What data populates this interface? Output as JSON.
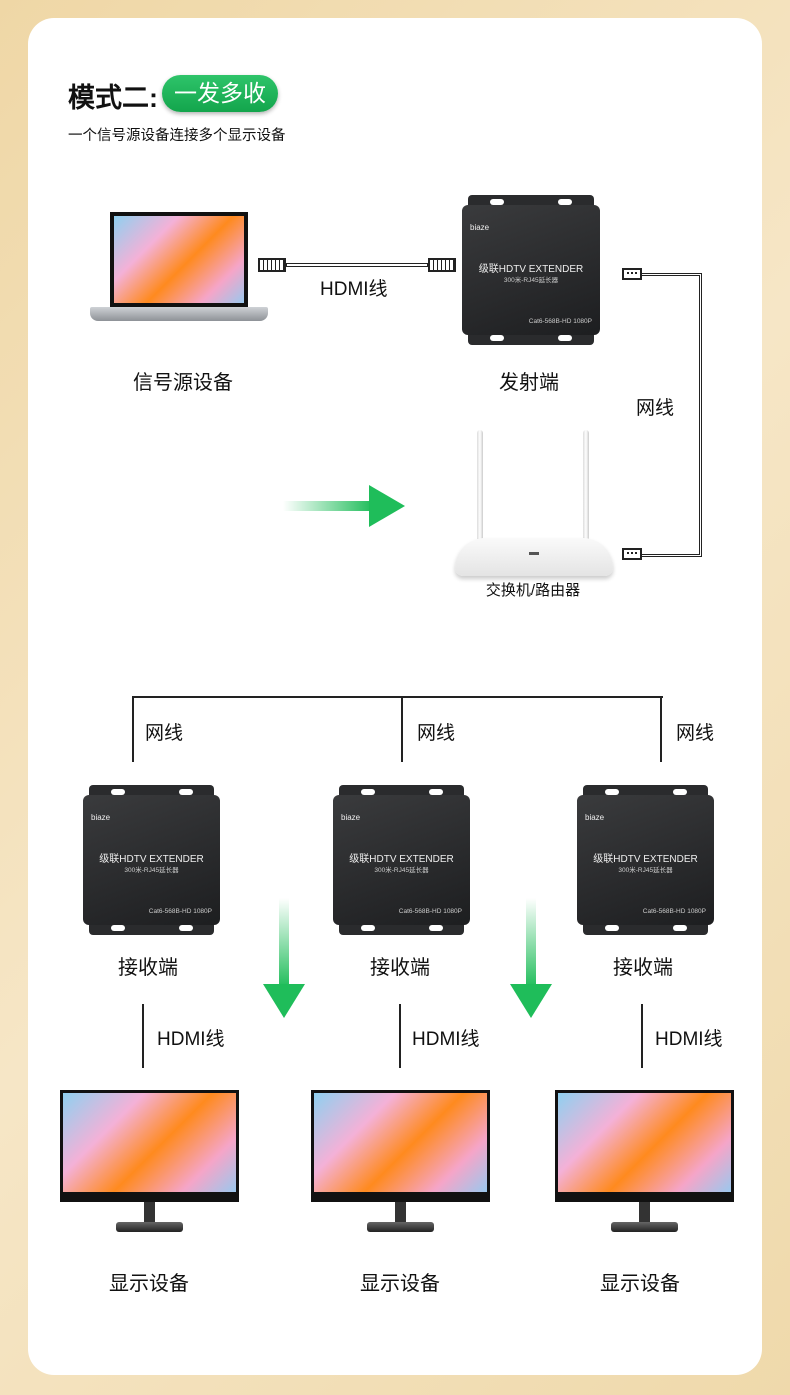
{
  "header": {
    "title": "模式二:",
    "badge": "一发多收",
    "subtitle": "一个信号源设备连接多个显示设备"
  },
  "source": {
    "label": "信号源设备",
    "cable_label": "HDMI线"
  },
  "transmitter": {
    "label": "发射端",
    "brand": "biaze",
    "model": "级联HDTV EXTENDER",
    "subtitle": "300米-RJ45延长器",
    "spec": "Cat6-568B-HD 1080P"
  },
  "network": {
    "label": "网线"
  },
  "router": {
    "label": "交换机/路由器"
  },
  "receivers": [
    {
      "label": "接收端",
      "net_label": "网线",
      "hdmi_label": "HDMI线",
      "display_label": "显示设备"
    },
    {
      "label": "接收端",
      "net_label": "网线",
      "hdmi_label": "HDMI线",
      "display_label": "显示设备"
    },
    {
      "label": "接收端",
      "net_label": "网线",
      "hdmi_label": "HDMI线",
      "display_label": "显示设备"
    }
  ],
  "colors": {
    "accent": "#19a94f",
    "arrow": "#1fbd5a"
  }
}
